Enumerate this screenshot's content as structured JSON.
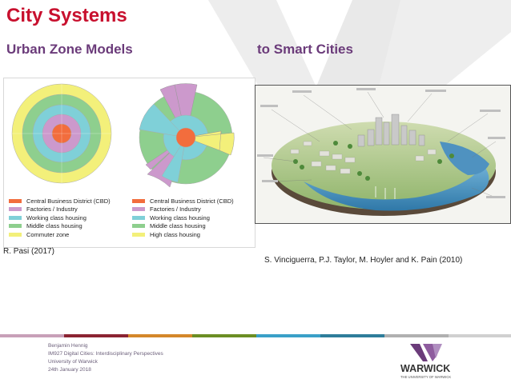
{
  "slide": {
    "title": "City Systems",
    "subtitle_left": "Urban Zone Models",
    "subtitle_right": "to Smart Cities",
    "credit_left": "R. Pasi (2017)",
    "credit_right": "S. Vinciguerra, P.J. Taylor, M. Hoyler and K. Pain (2010)"
  },
  "legend_left": [
    {
      "label": "Central Business District (CBD)",
      "color": "#f26d3d"
    },
    {
      "label": "Factories / Industry",
      "color": "#cc99cc"
    },
    {
      "label": "Working class housing",
      "color": "#7fd0d8"
    },
    {
      "label": "Middle class housing",
      "color": "#8ecf8e"
    },
    {
      "label": "Commuter zone",
      "color": "#f3f07a"
    }
  ],
  "legend_right": [
    {
      "label": "Central Business District (CBD)",
      "color": "#f26d3d"
    },
    {
      "label": "Factories / Industry",
      "color": "#cc99cc"
    },
    {
      "label": "Working class housing",
      "color": "#7fd0d8"
    },
    {
      "label": "Middle class housing",
      "color": "#8ecf8e"
    },
    {
      "label": "High class housing",
      "color": "#f3f07a"
    }
  ],
  "footer": {
    "line1": "Benjamin Hennig",
    "line2": "IM927 Digital Cities: Interdisciplinary Perspectives",
    "line3": "University of Warwick",
    "line4": "24th January 2018"
  },
  "logo": {
    "name": "WARWICK",
    "tagline": "THE UNIVERSITY OF WARWICK"
  },
  "footer_colors": [
    "#c8a0b8",
    "#8b2332",
    "#d4872a",
    "#6b8e23",
    "#3aa0c8",
    "#2e7d9a",
    "#b0b0b0",
    "#d0d0d0"
  ]
}
